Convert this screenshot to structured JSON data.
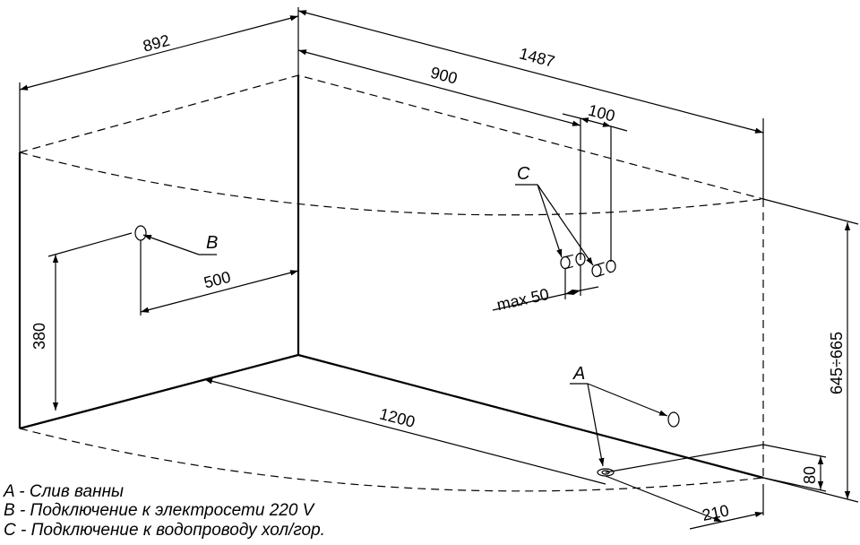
{
  "dimensions": {
    "length": "1487",
    "width": "892",
    "offset_900": "900",
    "spacing_100": "100",
    "height_380": "380",
    "dist_500": "500",
    "max_50": "max 50",
    "floor_1200": "1200",
    "height_range": "645÷665",
    "drain_80": "80",
    "drain_210": "210"
  },
  "labels": {
    "a": "A",
    "b": "B",
    "c": "C"
  },
  "legend": [
    "A - Слив ванны",
    "B - Подключение к электросети 220 V",
    "C - Подключение к водопроводу хол/гор."
  ]
}
